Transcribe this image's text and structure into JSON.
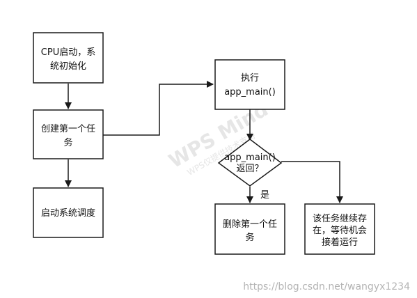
{
  "diagram": {
    "nodes": {
      "cpu_start": {
        "lines": [
          "CPU启动，系",
          "统初始化"
        ]
      },
      "create_task": {
        "lines": [
          "创建第一个任",
          "务"
        ]
      },
      "start_sched": {
        "lines": [
          "启动系统调度"
        ]
      },
      "exec_main": {
        "lines": [
          "执行",
          "app_main()"
        ]
      },
      "decision": {
        "lines": [
          "app_main()",
          "返回？"
        ]
      },
      "delete_task": {
        "lines": [
          "删除第一个任",
          "务"
        ]
      },
      "keep_task": {
        "lines": [
          "该任务继续存",
          "在，等待机会",
          "接着运行"
        ]
      }
    },
    "edge_labels": {
      "yes": "是"
    }
  },
  "watermark": {
    "brand": "WPS Mind",
    "subtitle": "WPS仅提供技术支持"
  },
  "footer": {
    "source_url": "https://blog.csdn.net/wangyx1234"
  },
  "colors": {
    "stroke": "#1a1a1a",
    "text": "#111111",
    "watermark": "#e6e6e6",
    "url": "#b3b3b3"
  }
}
